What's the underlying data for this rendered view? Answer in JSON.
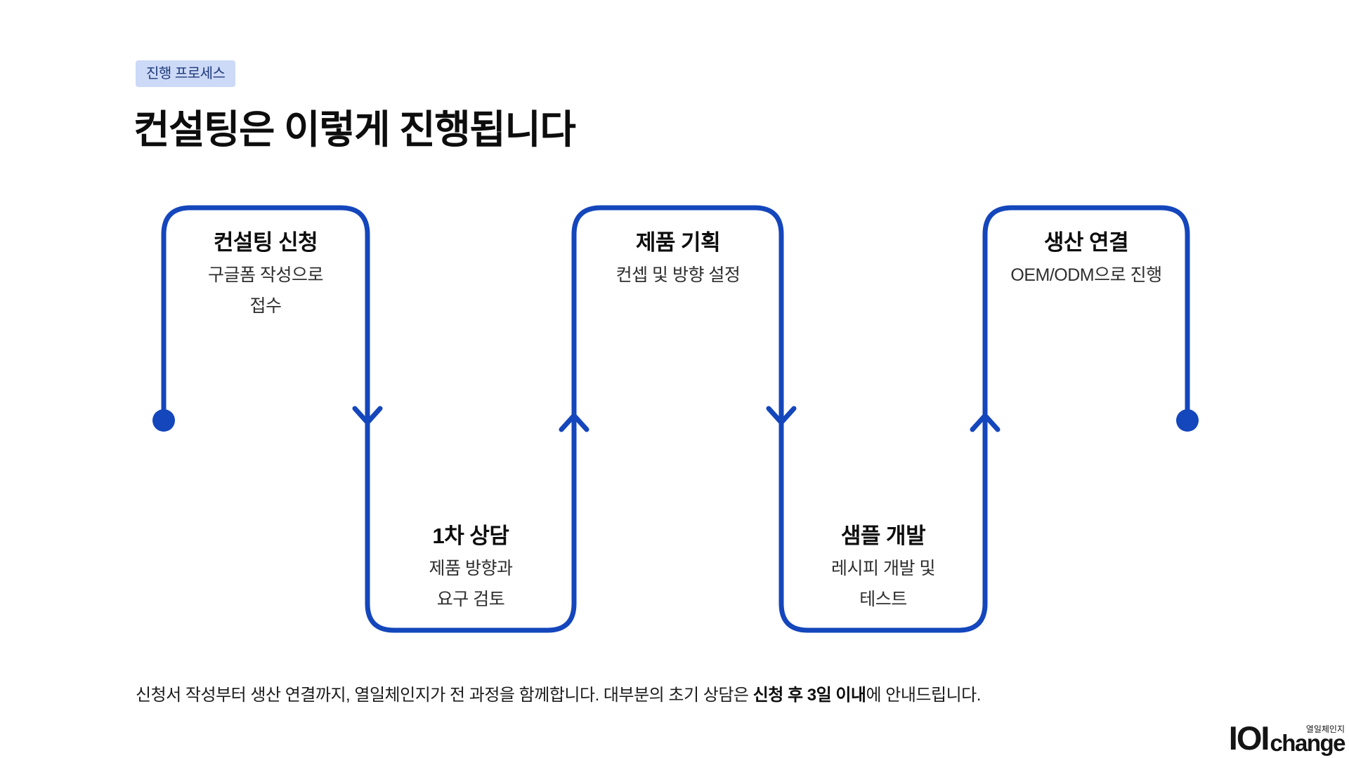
{
  "page": {
    "badge": "진행 프로세스",
    "title": "컨설팅은 이렇게 진행됩니다"
  },
  "steps": [
    {
      "title": "컨설팅 신청",
      "desc": [
        "구글폼 작성으로",
        "접수"
      ]
    },
    {
      "title": "1차 상담",
      "desc": [
        "제품 방향과",
        "요구 검토"
      ]
    },
    {
      "title": "제품 기획",
      "desc": [
        "컨셉 및 방향 설정"
      ]
    },
    {
      "title": "샘플 개발",
      "desc": [
        "레시피 개발 및",
        "테스트"
      ]
    },
    {
      "title": "생산 연결",
      "desc": [
        "OEM/ODM으로 진행"
      ]
    }
  ],
  "footer": {
    "text_before": "신청서 작성부터 생산 연결까지, 열일체인지가 전 과정을 함께합니다. 대부분의 초기 상담은 ",
    "text_bold": "신청 후 3일 이내",
    "text_after": "에 안내드립니다."
  },
  "logo": {
    "main": "IOI",
    "korean": "열일체인지",
    "sub": "change"
  },
  "colors": {
    "accent_blue": "#1446bc",
    "badge_bg": "#ccd9f7",
    "badge_text": "#1e3a7b"
  }
}
